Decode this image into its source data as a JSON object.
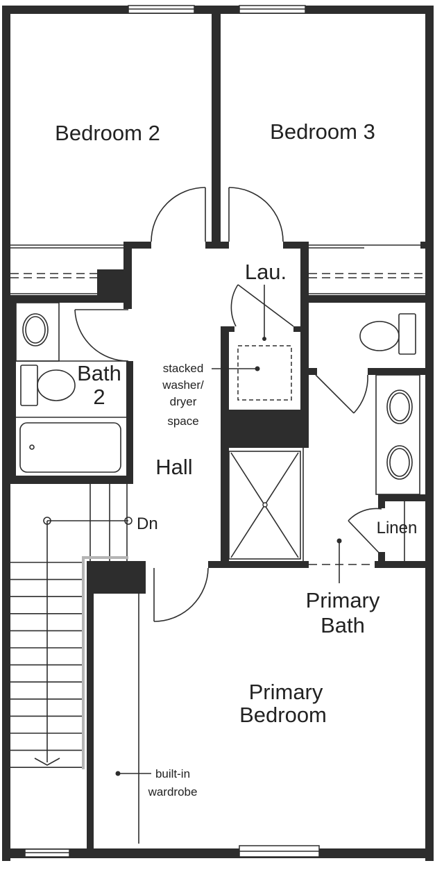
{
  "rooms": {
    "bedroom2": "Bedroom 2",
    "bedroom3": "Bedroom 3",
    "laundry": "Lau.",
    "bath2_line1": "Bath",
    "bath2_line2": "2",
    "hall": "Hall",
    "linen": "Linen",
    "primary_bath_line1": "Primary",
    "primary_bath_line2": "Bath",
    "primary_bedroom_line1": "Primary",
    "primary_bedroom_line2": "Bedroom"
  },
  "annotations": {
    "washer_line1": "stacked",
    "washer_line2": "washer/",
    "washer_line3": "dryer",
    "washer_line4": "space",
    "stairs_down": "Dn",
    "wardrobe_line1": "built-in",
    "wardrobe_line2": "wardrobe"
  },
  "colors": {
    "wall": "#2d2d2d",
    "rail": "#b5b5b5"
  }
}
